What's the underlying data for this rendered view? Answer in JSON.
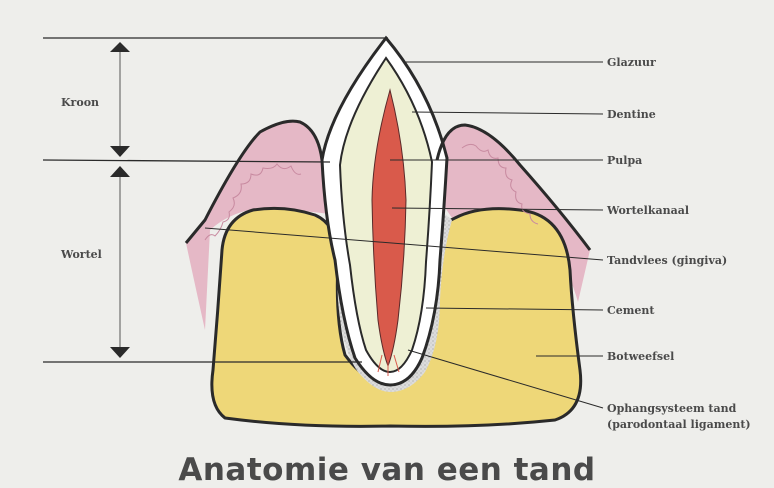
{
  "diagram": {
    "title": "Anatomie van een tand",
    "left_labels": {
      "kroon": "Kroon",
      "wortel": "Wortel"
    },
    "right_labels": {
      "glazuur": "Glazuur",
      "dentine": "Dentine",
      "pulpa": "Pulpa",
      "wortelkanaal": "Wortelkanaal",
      "tandvlees": "Tandvlees (gingiva)",
      "cement": "Cement",
      "botweefsel": "Botweefsel",
      "ophangsysteem_line1": "Ophangsysteem tand",
      "ophangsysteem_line2": "(parodontaal ligament)"
    },
    "colors": {
      "background": "#eeeeeb",
      "gum": "#e5b8c6",
      "bone": "#eed778",
      "enamel": "#ffffff",
      "dentine": "#eef0d4",
      "pulp": "#d95a4b",
      "ligament": "#d6d6d6",
      "outline": "#2a2a2a"
    }
  }
}
